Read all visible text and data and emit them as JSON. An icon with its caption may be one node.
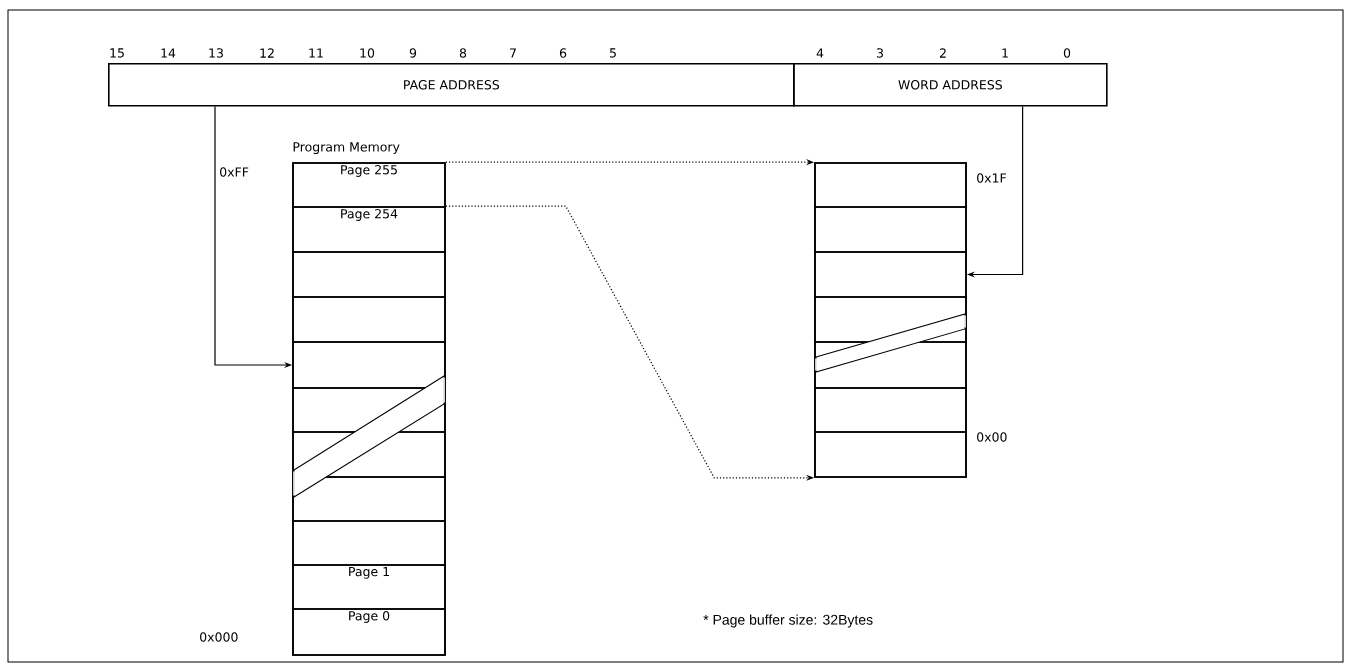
{
  "diagram": {
    "nodes": [
      {
        "text": [
          "PAGE ADDRESS"
        ]
      },
      {
        "text": [
          "WORD ADDRESS"
        ]
      },
      {
        "text": [
          "Program Memory"
        ]
      },
      {
        "text": [
          "Page 255"
        ],
        "in": 2
      },
      {
        "text": [
          "Page 254"
        ],
        "in": 2
      },
      {
        "text": [],
        "shape": "box",
        "in": 2
      },
      {
        "text": [],
        "shape": "box",
        "in": 2
      },
      {
        "text": [],
        "shape": "box",
        "in": 2
      },
      {
        "text": [],
        "shape": "box",
        "in": 2
      },
      {
        "text": [],
        "shape": "box",
        "in": 2
      },
      {
        "text": [],
        "shape": "box",
        "in": 2
      },
      {
        "text": [],
        "shape": "box",
        "in": 2
      },
      {
        "text": [
          "Page 1"
        ],
        "in": 2
      },
      {
        "text": [
          "Page 0"
        ],
        "in": 2
      },
      {
        "text": [],
        "shape": "box"
      },
      {
        "text": [],
        "shape": "box",
        "in": 14
      },
      {
        "text": [],
        "shape": "box",
        "in": 14
      },
      {
        "text": [],
        "shape": "box",
        "in": 14
      },
      {
        "text": [],
        "shape": "box",
        "in": 14
      },
      {
        "text": [],
        "shape": "box",
        "in": 14
      },
      {
        "text": [],
        "shape": "box",
        "in": 14
      },
      {
        "text": [],
        "shape": "box",
        "in": 14
      }
    ],
    "edges": [
      {
        "from": 0,
        "to": 7,
        "arrow": "to"
      },
      {
        "from": 1,
        "to": 17,
        "arrow": "to"
      },
      {
        "from": 3,
        "to": 14,
        "arrow": "to",
        "style": "dashed"
      },
      {
        "from": 4,
        "to": 14,
        "arrow": "to",
        "style": "dashed"
      }
    ],
    "labels": [
      "15",
      "14",
      "13",
      "12",
      "11",
      "10",
      "9",
      "8",
      "7",
      "6",
      "5",
      "4",
      "3",
      "2",
      "1",
      "0",
      "0xFF",
      "0x1F",
      "0x00",
      "0x000",
      "* Page buffer size: 32Bytes"
    ]
  }
}
